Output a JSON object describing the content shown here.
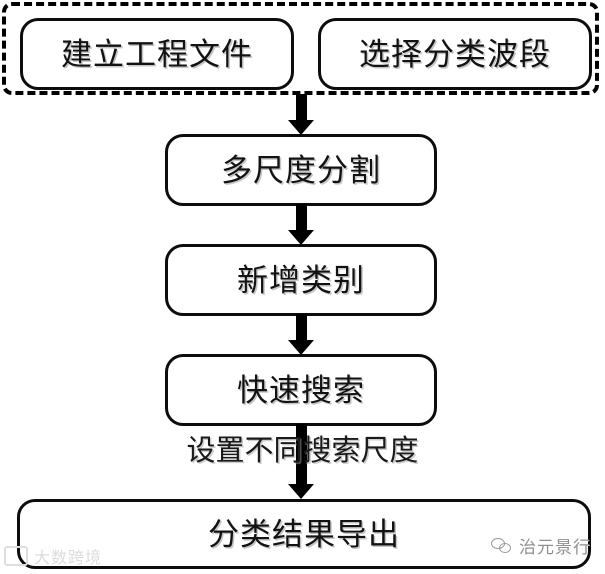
{
  "diagram": {
    "title_text": "",
    "background_color": "#ffffff",
    "line_color": "#000000",
    "text_color": "#121212",
    "group": {
      "name": "preparation-group",
      "border_style": "dashed",
      "nodes": [
        {
          "id": "create-project",
          "label": "建立工程文件"
        },
        {
          "id": "select-bands",
          "label": "选择分类波段"
        }
      ]
    },
    "nodes": [
      {
        "id": "multiscale-seg",
        "label": "多尺度分割"
      },
      {
        "id": "add-class",
        "label": "新增类别"
      },
      {
        "id": "quick-search",
        "label": "快速搜索"
      },
      {
        "id": "export-result",
        "label": "分类结果导出"
      }
    ],
    "edges": [
      {
        "id": "group-to-seg",
        "label": ""
      },
      {
        "id": "seg-to-class",
        "label": ""
      },
      {
        "id": "class-to-search",
        "label": ""
      },
      {
        "id": "search-to-export",
        "label": "设置不同搜索尺度"
      }
    ]
  },
  "watermarks": {
    "bottom_right": {
      "text": "治元景行",
      "icon": "wechat-badge-icon"
    },
    "bottom_left": {
      "text": "大数跨境",
      "icon": "brand-logo-icon"
    }
  }
}
